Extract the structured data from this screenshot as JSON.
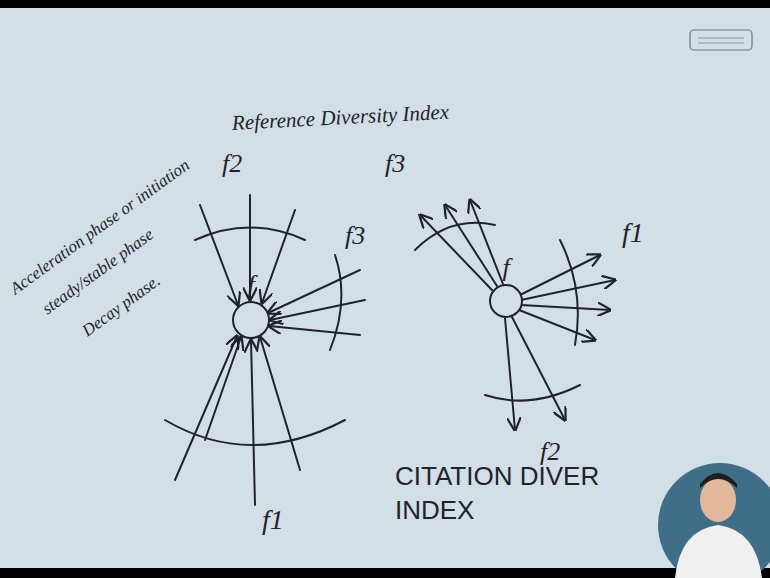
{
  "diagram": {
    "title": "Reference Diversity Index",
    "nodes": [
      {
        "text": [
          "f"
        ]
      },
      {
        "text": [
          "f"
        ]
      }
    ],
    "labels": [
      "Acceleration phase or initiation",
      "steady/stable phase",
      "Decay phase.",
      "f2",
      "f3",
      "f1",
      "f3",
      "f1",
      "f2",
      "CITATION DIVER INDEX"
    ]
  }
}
